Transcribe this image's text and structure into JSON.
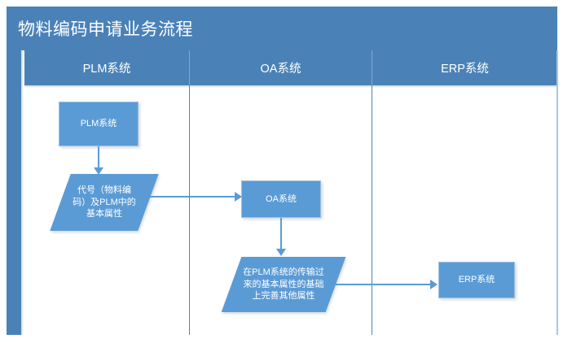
{
  "diagram": {
    "title": "物料编码申请业务流程",
    "lanes": [
      {
        "label": "PLM系统"
      },
      {
        "label": "OA系统"
      },
      {
        "label": "ERP系统"
      }
    ],
    "nodes": [
      {
        "id": "plm-system",
        "label": "PLM系统",
        "shape": "rectangle",
        "lane": "PLM系统"
      },
      {
        "id": "code-attrs",
        "label": "代号（物料编码）及PLM中的基本属性",
        "shape": "parallelogram",
        "lane": "PLM系统"
      },
      {
        "id": "oa-system",
        "label": "OA系统",
        "shape": "rectangle",
        "lane": "OA系统"
      },
      {
        "id": "other-attrs",
        "label": "在PLM系统的传输过来的基本属性的基础上完善其他属性",
        "shape": "parallelogram",
        "lane": "OA系统"
      },
      {
        "id": "erp-system",
        "label": "ERP系统",
        "shape": "rectangle",
        "lane": "ERP系统"
      }
    ],
    "connectors": [
      {
        "from": "plm-system",
        "to": "code-attrs",
        "direction": "down"
      },
      {
        "from": "code-attrs",
        "to": "oa-system",
        "direction": "right"
      },
      {
        "from": "oa-system",
        "to": "other-attrs",
        "direction": "down"
      },
      {
        "from": "other-attrs",
        "to": "erp-system",
        "direction": "right"
      }
    ],
    "colors": {
      "header_blue": "#4a82b8",
      "shape_blue": "#5b9bd5",
      "connector_blue": "#5b9bd5",
      "text_white": "#ffffff",
      "background": "#ffffff"
    }
  }
}
